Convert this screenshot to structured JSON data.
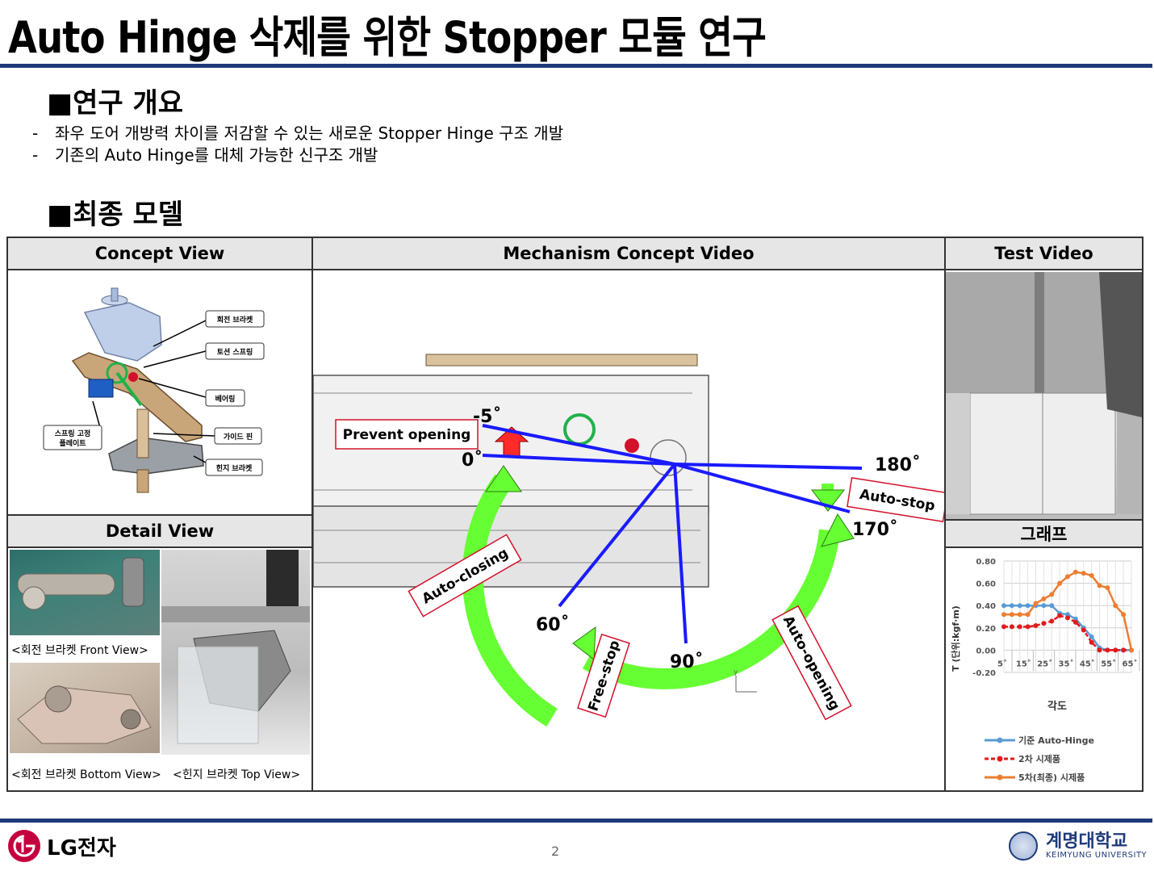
{
  "header": {
    "title": "Auto Hinge 삭제를 위한 Stopper 모듈 연구"
  },
  "overview": {
    "heading": "■연구 개요",
    "bullets": [
      "좌우 도어 개방력 차이를 저감할 수 있는 새로운 Stopper Hinge 구조 개발",
      "기존의 Auto Hinge를 대체 가능한 신구조 개발"
    ],
    "dash": "-"
  },
  "final_model": {
    "heading": "■최종 모델"
  },
  "panels": {
    "concept_view": {
      "title": "Concept View",
      "labels": [
        "회전 브라켓",
        "토션 스프링",
        "베어링",
        "가이드 핀",
        "힌지 브라켓",
        "스프링 고정",
        "플레이트"
      ]
    },
    "detail_view": {
      "title": "Detail View",
      "captions": [
        "<회전 브라켓 Front View>",
        "<회전 브라켓 Bottom View>",
        "<힌지 브라켓 Top View>"
      ]
    },
    "mechanism": {
      "title": "Mechanism Concept Video",
      "angles": [
        "-5˚",
        "0˚",
        "180˚",
        "170˚",
        "60˚",
        "90˚"
      ],
      "labels": [
        "Prevent opening",
        "Auto-stop",
        "Auto-closing",
        "Free-stop",
        "Auto-opening"
      ],
      "axis_letter": "y"
    },
    "test_video": {
      "title": "Test Video"
    },
    "graph": {
      "title": "그래프"
    }
  },
  "chart_data": {
    "type": "line",
    "x": [
      "5˚",
      "15˚",
      "25˚",
      "35˚",
      "45˚",
      "55˚",
      "65˚"
    ],
    "xlabel": "각도",
    "ylabel": "T (단위:kgf·m)",
    "yticks": [
      "0.80",
      "0.60",
      "0.40",
      "0.20",
      "0.00",
      "-0.20"
    ],
    "ylim": [
      -0.2,
      0.8
    ],
    "grid": true,
    "legend": "bottom",
    "series": [
      {
        "name": "기준 Auto-Hinge",
        "color": "#5b9bd5",
        "dash": false,
        "values": [
          0.4,
          0.4,
          0.4,
          0.4,
          0.4,
          0.4,
          0.4,
          0.33,
          0.32,
          0.28,
          0.2,
          0.12,
          0.02,
          0.0,
          0.0,
          0.0,
          0.0
        ]
      },
      {
        "name": "2차 시제품",
        "color": "#e31a1c",
        "dash": true,
        "values": [
          0.21,
          0.21,
          0.21,
          0.21,
          0.22,
          0.24,
          0.26,
          0.31,
          0.29,
          0.25,
          0.18,
          0.07,
          0.0,
          0.0,
          0.0,
          0.0,
          0.0
        ]
      },
      {
        "name": "5차(최종) 시제품",
        "color": "#ed7d31",
        "dash": false,
        "values": [
          0.32,
          0.32,
          0.32,
          0.32,
          0.42,
          0.46,
          0.5,
          0.6,
          0.66,
          0.7,
          0.69,
          0.67,
          0.58,
          0.56,
          0.4,
          0.32,
          0.0
        ]
      }
    ]
  },
  "footer": {
    "page_number": "2",
    "left_logo": "LG전자",
    "right_logo_ko": "계명대학교",
    "right_logo_en": "KEIMYUNG UNIVERSITY"
  }
}
